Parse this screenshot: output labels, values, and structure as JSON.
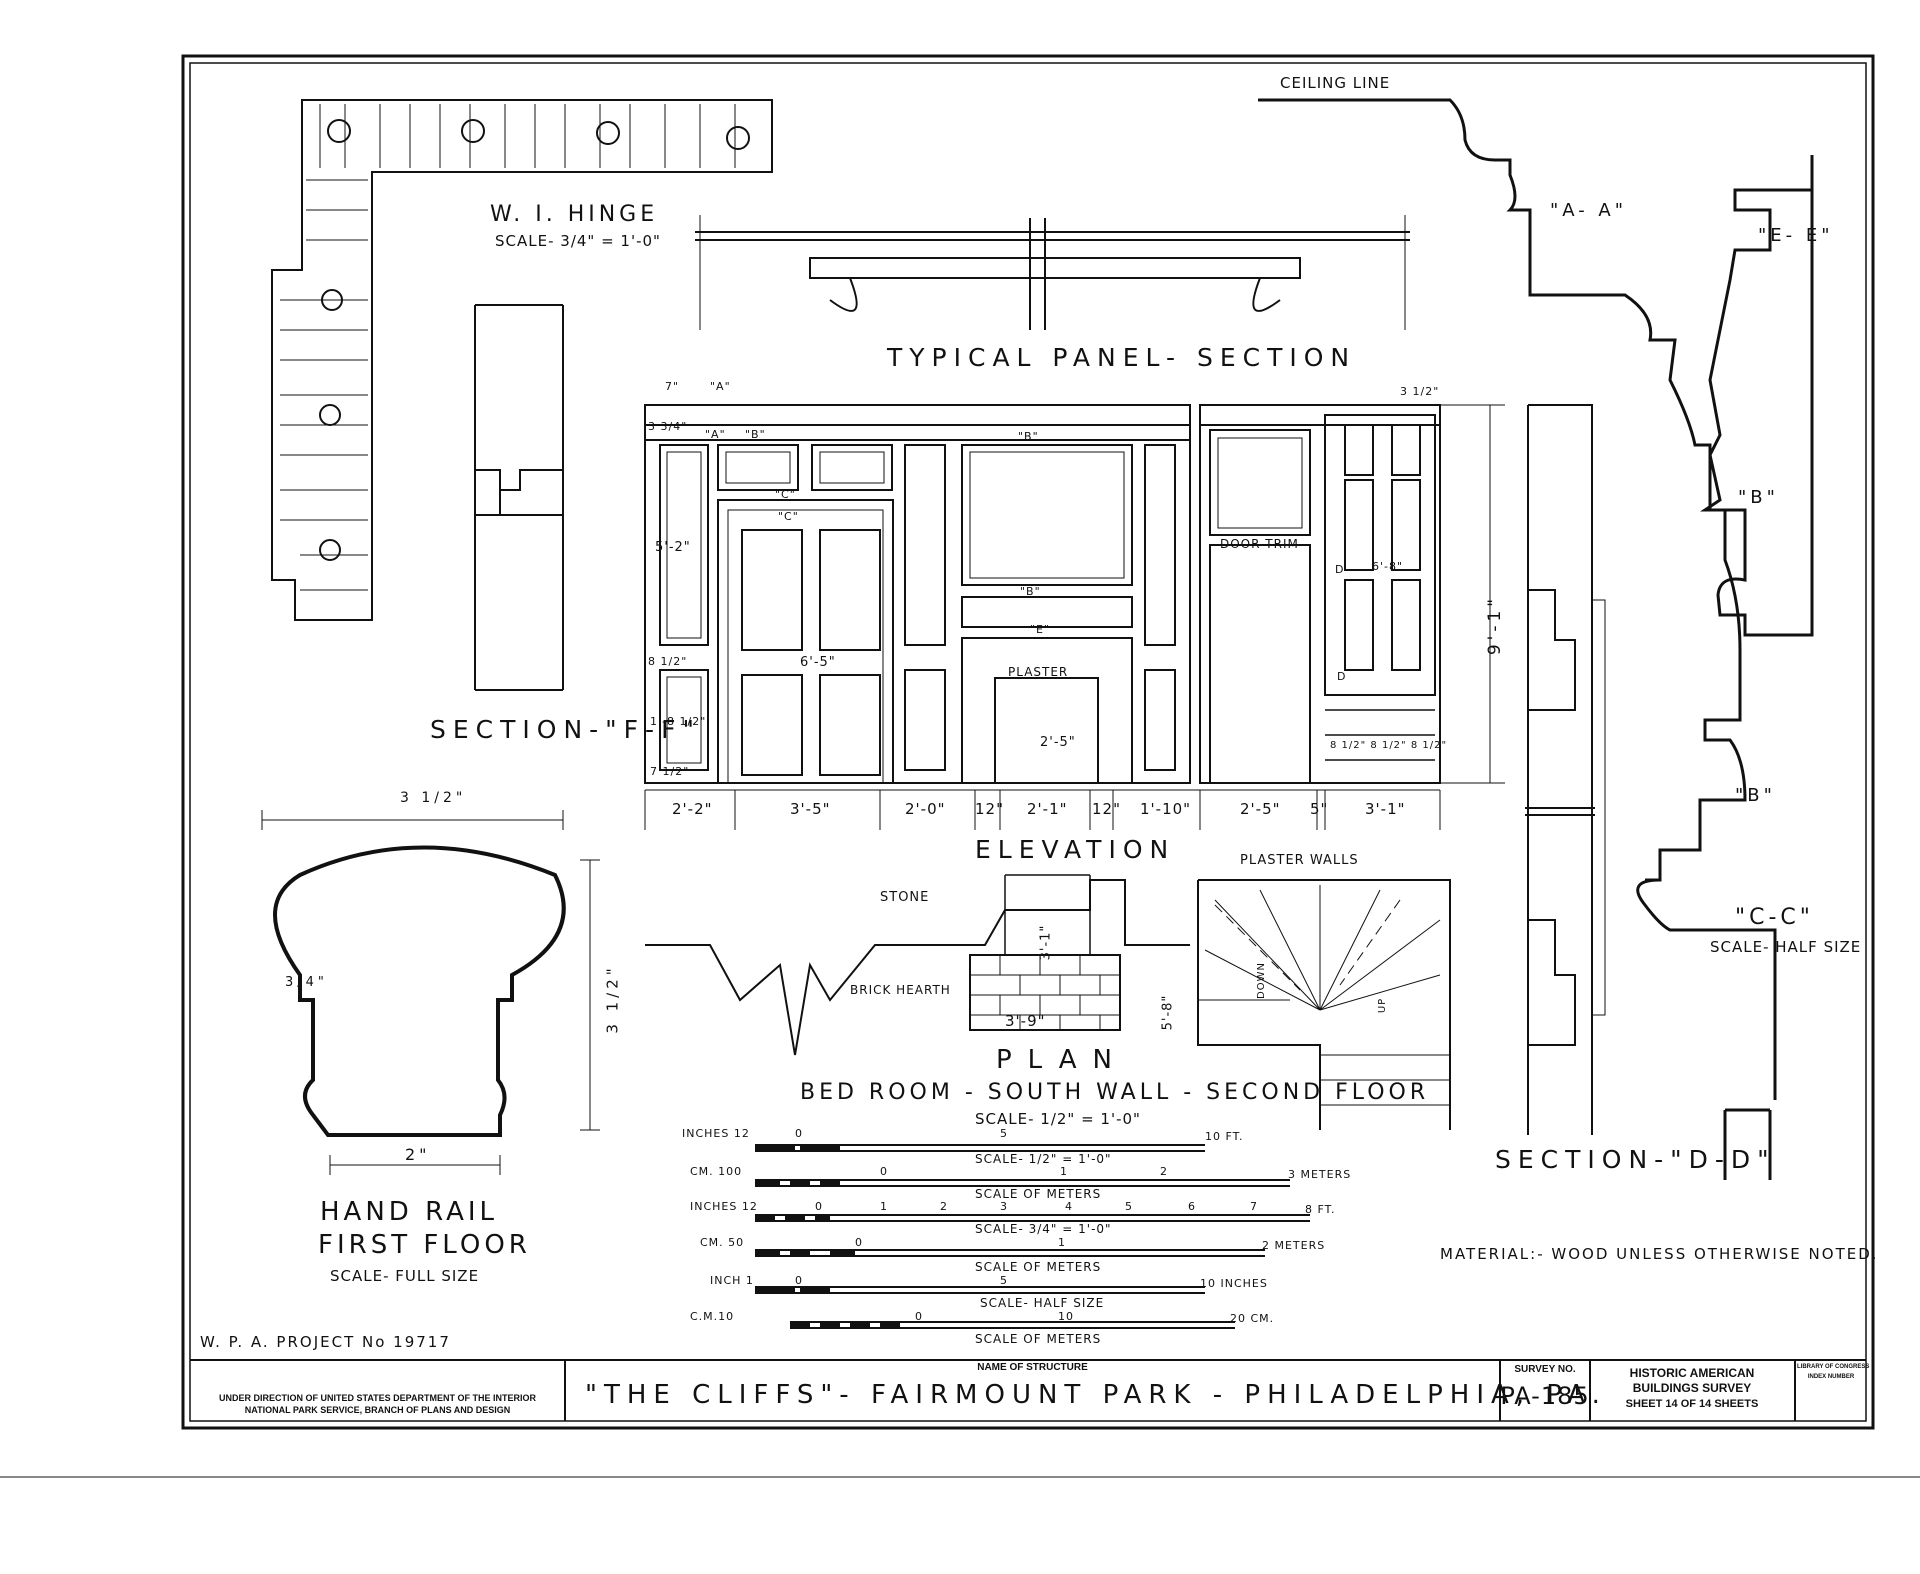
{
  "hinge": {
    "title": "W. I. HINGE",
    "scale": "SCALE- 3/4\" = 1'-0\""
  },
  "panel_section": {
    "title": "TYPICAL PANEL- SECTION"
  },
  "section_ff": {
    "title": "SECTION-\"F-F\""
  },
  "section_dd": {
    "title": "SECTION-\"D-D\""
  },
  "ceiling_line": "CEILING LINE",
  "profiles": {
    "aa": "\"A- A\"",
    "ee": "\"E- E\"",
    "b1": "\"B\"",
    "b2": "\"B\"",
    "cc": "\"C-C\"",
    "cc_scale": "SCALE- HALF SIZE"
  },
  "elevation": {
    "title": "ELEVATION",
    "door_trim": "DOOR TRIM",
    "plaster": "PLASTER",
    "height_total": "9'-1\"",
    "dims": [
      "2'-2\"",
      "3'-5\"",
      "2'-0\"",
      "12\"",
      "2'-1\"",
      "12\"",
      "1'-10\"",
      "2'-5\"",
      "5\"",
      "3'-1\""
    ],
    "vert_dims": {
      "top": "7\"",
      "a": "3 3/4\"",
      "panel": "5'-2\"",
      "b": "8 1/2\"",
      "lower": "1'-8 1/2\"",
      "base": "7 1/2\"",
      "door": "6'-5\"",
      "fireplace": "2'-5\"",
      "right_top": "3 1/2\"",
      "right_door": "6'-8\"",
      "right_low": "8 1/2\" 8 1/2\" 8 1/2\""
    },
    "markers": {
      "a1": "\"A\"",
      "a2": "\"A\"",
      "b1": "\"B\"",
      "b2": "\"B\"",
      "b3": "\"B\"",
      "c": "\"C\"",
      "c2": "\"C\"",
      "e": "\"E\"",
      "d1": "D",
      "d2": "D"
    }
  },
  "plan": {
    "title": "PLAN",
    "subtitle": "BED ROOM - SOUTH WALL - SECOND FLOOR",
    "scale": "SCALE- 1/2\" = 1'-0\"",
    "stone": "STONE",
    "brick_hearth": "BRICK HEARTH",
    "hearth_width": "3'-9\"",
    "hearth_depth": "3'-1\"",
    "stair_width": "5'-8\"",
    "plaster_walls": "PLASTER WALLS",
    "down": "DOWN",
    "up": "UP"
  },
  "handrail": {
    "title1": "HAND RAIL",
    "title2": "FIRST FLOOR",
    "scale": "SCALE- FULL SIZE",
    "w_top": "3 1/2\"",
    "w_bottom": "2\"",
    "height": "3 1/2\"",
    "notch": "3/4\""
  },
  "scales": [
    {
      "left": "INCHES 12",
      "ticks": [
        "0",
        "5"
      ],
      "end": "10 FT.",
      "caption": "SCALE- 1/2\" = 1'-0\""
    },
    {
      "left": "CM. 100",
      "ticks": [
        "0",
        "1",
        "2"
      ],
      "end": "3 METERS",
      "caption": "SCALE OF METERS"
    },
    {
      "left": "INCHES 12",
      "ticks": [
        "0",
        "1",
        "2",
        "3",
        "4",
        "5",
        "6",
        "7"
      ],
      "end": "8 FT.",
      "caption": "SCALE- 3/4\" = 1'-0\""
    },
    {
      "left": "CM. 50",
      "ticks": [
        "0",
        "1"
      ],
      "end": "2 METERS",
      "caption": "SCALE OF METERS"
    },
    {
      "left": "INCH 1",
      "ticks": [
        "0",
        "5"
      ],
      "end": "10 INCHES",
      "caption": "SCALE- HALF SIZE"
    },
    {
      "left": "C.M.10",
      "ticks": [
        "0",
        "10"
      ],
      "end": "20 CM.",
      "caption": "SCALE OF METERS"
    }
  ],
  "material_note": "MATERIAL:- WOOD UNLESS OTHERWISE NOTED.",
  "wpa": "W. P. A. PROJECT No 19717",
  "title_block": {
    "direction1": "UNDER DIRECTION OF UNITED STATES DEPARTMENT OF THE INTERIOR",
    "direction2": "NATIONAL PARK SERVICE, BRANCH OF PLANS AND DESIGN",
    "name_label": "NAME OF STRUCTURE",
    "name": "\"THE CLIFFS\"- FAIRMOUNT PARK - PHILADELPHIA, PA.",
    "survey_label": "SURVEY NO.",
    "survey_no": "PA-185",
    "habs1": "HISTORIC AMERICAN",
    "habs2": "BUILDINGS SURVEY",
    "sheet": "SHEET 14 OF 14 SHEETS",
    "loc1": "LIBRARY OF CONGRESS",
    "loc2": "INDEX NUMBER"
  }
}
